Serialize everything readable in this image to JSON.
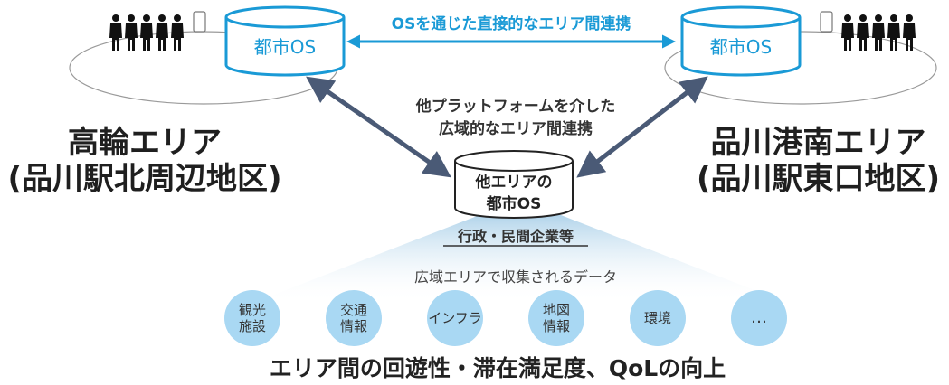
{
  "links": {
    "direct": "OSを通じた直接的なエリア間連携",
    "wide_line1": "他プラットフォームを介した",
    "wide_line2": "広域的なエリア間連携"
  },
  "left_area": {
    "name_line1": "高輪エリア",
    "name_line2": "(品川駅北周辺地区)",
    "os_label": "都市OS"
  },
  "right_area": {
    "name_line1": "品川港南エリア",
    "name_line2": "(品川駅東口地区)",
    "os_label": "都市OS"
  },
  "center_os": {
    "line1": "他エリアの",
    "line2": "都市OS",
    "caption": "行政・民間企業等"
  },
  "data_caption": "広域エリアで収集されるデータ",
  "data_items": [
    "観光\n施設",
    "交通\n情報",
    "インフラ",
    "地図\n情報",
    "環境",
    "…"
  ],
  "conclusion": "エリア間の回遊性・滞在満足度、QoLの向上",
  "colors": {
    "os_border": "#1a9ad6",
    "arrow": "#4a5a76",
    "circle": "#a9d8f3",
    "direct_text": "#1a9ad6"
  },
  "icons": [
    "people-icon",
    "smartphone-icon",
    "cylinder-icon",
    "double-arrow-icon"
  ]
}
